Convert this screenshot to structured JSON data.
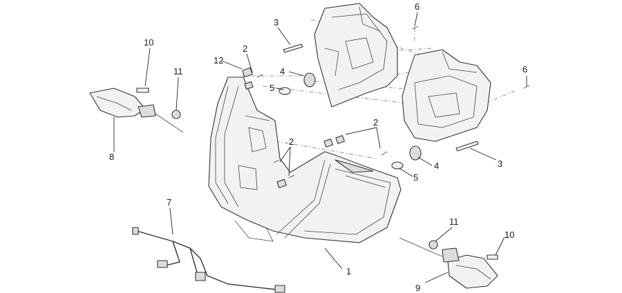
{
  "callouts": [
    {
      "id": "1",
      "text": "1"
    },
    {
      "id": "2a",
      "text": "2"
    },
    {
      "id": "2b",
      "text": "2"
    },
    {
      "id": "2c",
      "text": "2"
    },
    {
      "id": "3a",
      "text": "3"
    },
    {
      "id": "3b",
      "text": "3"
    },
    {
      "id": "4a",
      "text": "4"
    },
    {
      "id": "4b",
      "text": "4"
    },
    {
      "id": "5a",
      "text": "5"
    },
    {
      "id": "5b",
      "text": "5"
    },
    {
      "id": "6a",
      "text": "6"
    },
    {
      "id": "6b",
      "text": "6"
    },
    {
      "id": "7",
      "text": "7"
    },
    {
      "id": "8",
      "text": "8"
    },
    {
      "id": "9",
      "text": "9"
    },
    {
      "id": "10a",
      "text": "10"
    },
    {
      "id": "10b",
      "text": "10"
    },
    {
      "id": "11a",
      "text": "11"
    },
    {
      "id": "11b",
      "text": "11"
    },
    {
      "id": "12",
      "text": "12"
    }
  ]
}
